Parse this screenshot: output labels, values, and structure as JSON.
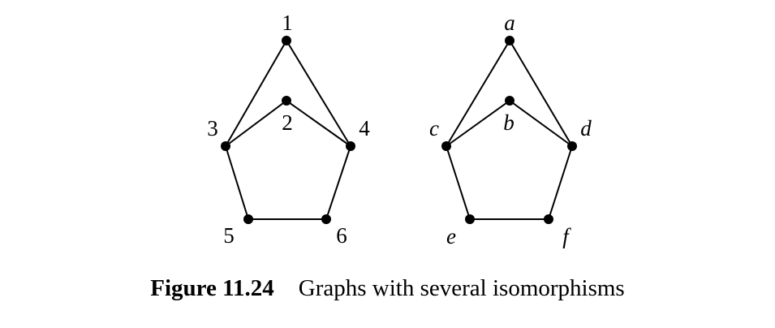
{
  "figure": {
    "number": "Figure 11.24",
    "title": "Graphs with several isomorphisms"
  },
  "graphs": [
    {
      "id": "left",
      "vertices": [
        {
          "id": "v1",
          "label": "1"
        },
        {
          "id": "v2",
          "label": "2"
        },
        {
          "id": "v3",
          "label": "3"
        },
        {
          "id": "v4",
          "label": "4"
        },
        {
          "id": "v5",
          "label": "5"
        },
        {
          "id": "v6",
          "label": "6"
        }
      ],
      "edges": [
        [
          "1",
          "3"
        ],
        [
          "1",
          "4"
        ],
        [
          "2",
          "3"
        ],
        [
          "2",
          "4"
        ],
        [
          "3",
          "5"
        ],
        [
          "4",
          "6"
        ],
        [
          "5",
          "6"
        ]
      ]
    },
    {
      "id": "right",
      "vertices": [
        {
          "id": "va",
          "label": "a"
        },
        {
          "id": "vb",
          "label": "b"
        },
        {
          "id": "vc",
          "label": "c"
        },
        {
          "id": "vd",
          "label": "d"
        },
        {
          "id": "ve",
          "label": "e"
        },
        {
          "id": "vf",
          "label": "f"
        }
      ],
      "edges": [
        [
          "a",
          "c"
        ],
        [
          "a",
          "d"
        ],
        [
          "b",
          "c"
        ],
        [
          "b",
          "d"
        ],
        [
          "c",
          "e"
        ],
        [
          "d",
          "f"
        ],
        [
          "e",
          "f"
        ]
      ]
    }
  ]
}
